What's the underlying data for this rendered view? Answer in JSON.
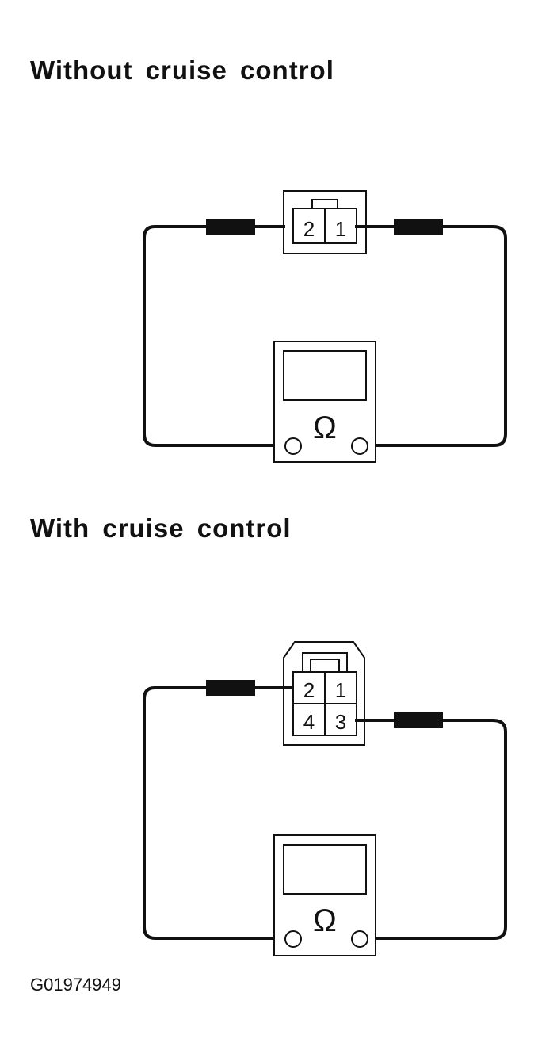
{
  "headings": {
    "without": "Without cruise control",
    "with": "With cruise control"
  },
  "diagram_without": {
    "connector_pins": [
      "2",
      "1"
    ],
    "meter_symbol": "Ω"
  },
  "diagram_with": {
    "connector_pins": [
      "2",
      "1",
      "4",
      "3"
    ],
    "meter_symbol": "Ω"
  },
  "figure_code": "G01974949",
  "colors": {
    "line": "#111111",
    "background": "#ffffff"
  }
}
